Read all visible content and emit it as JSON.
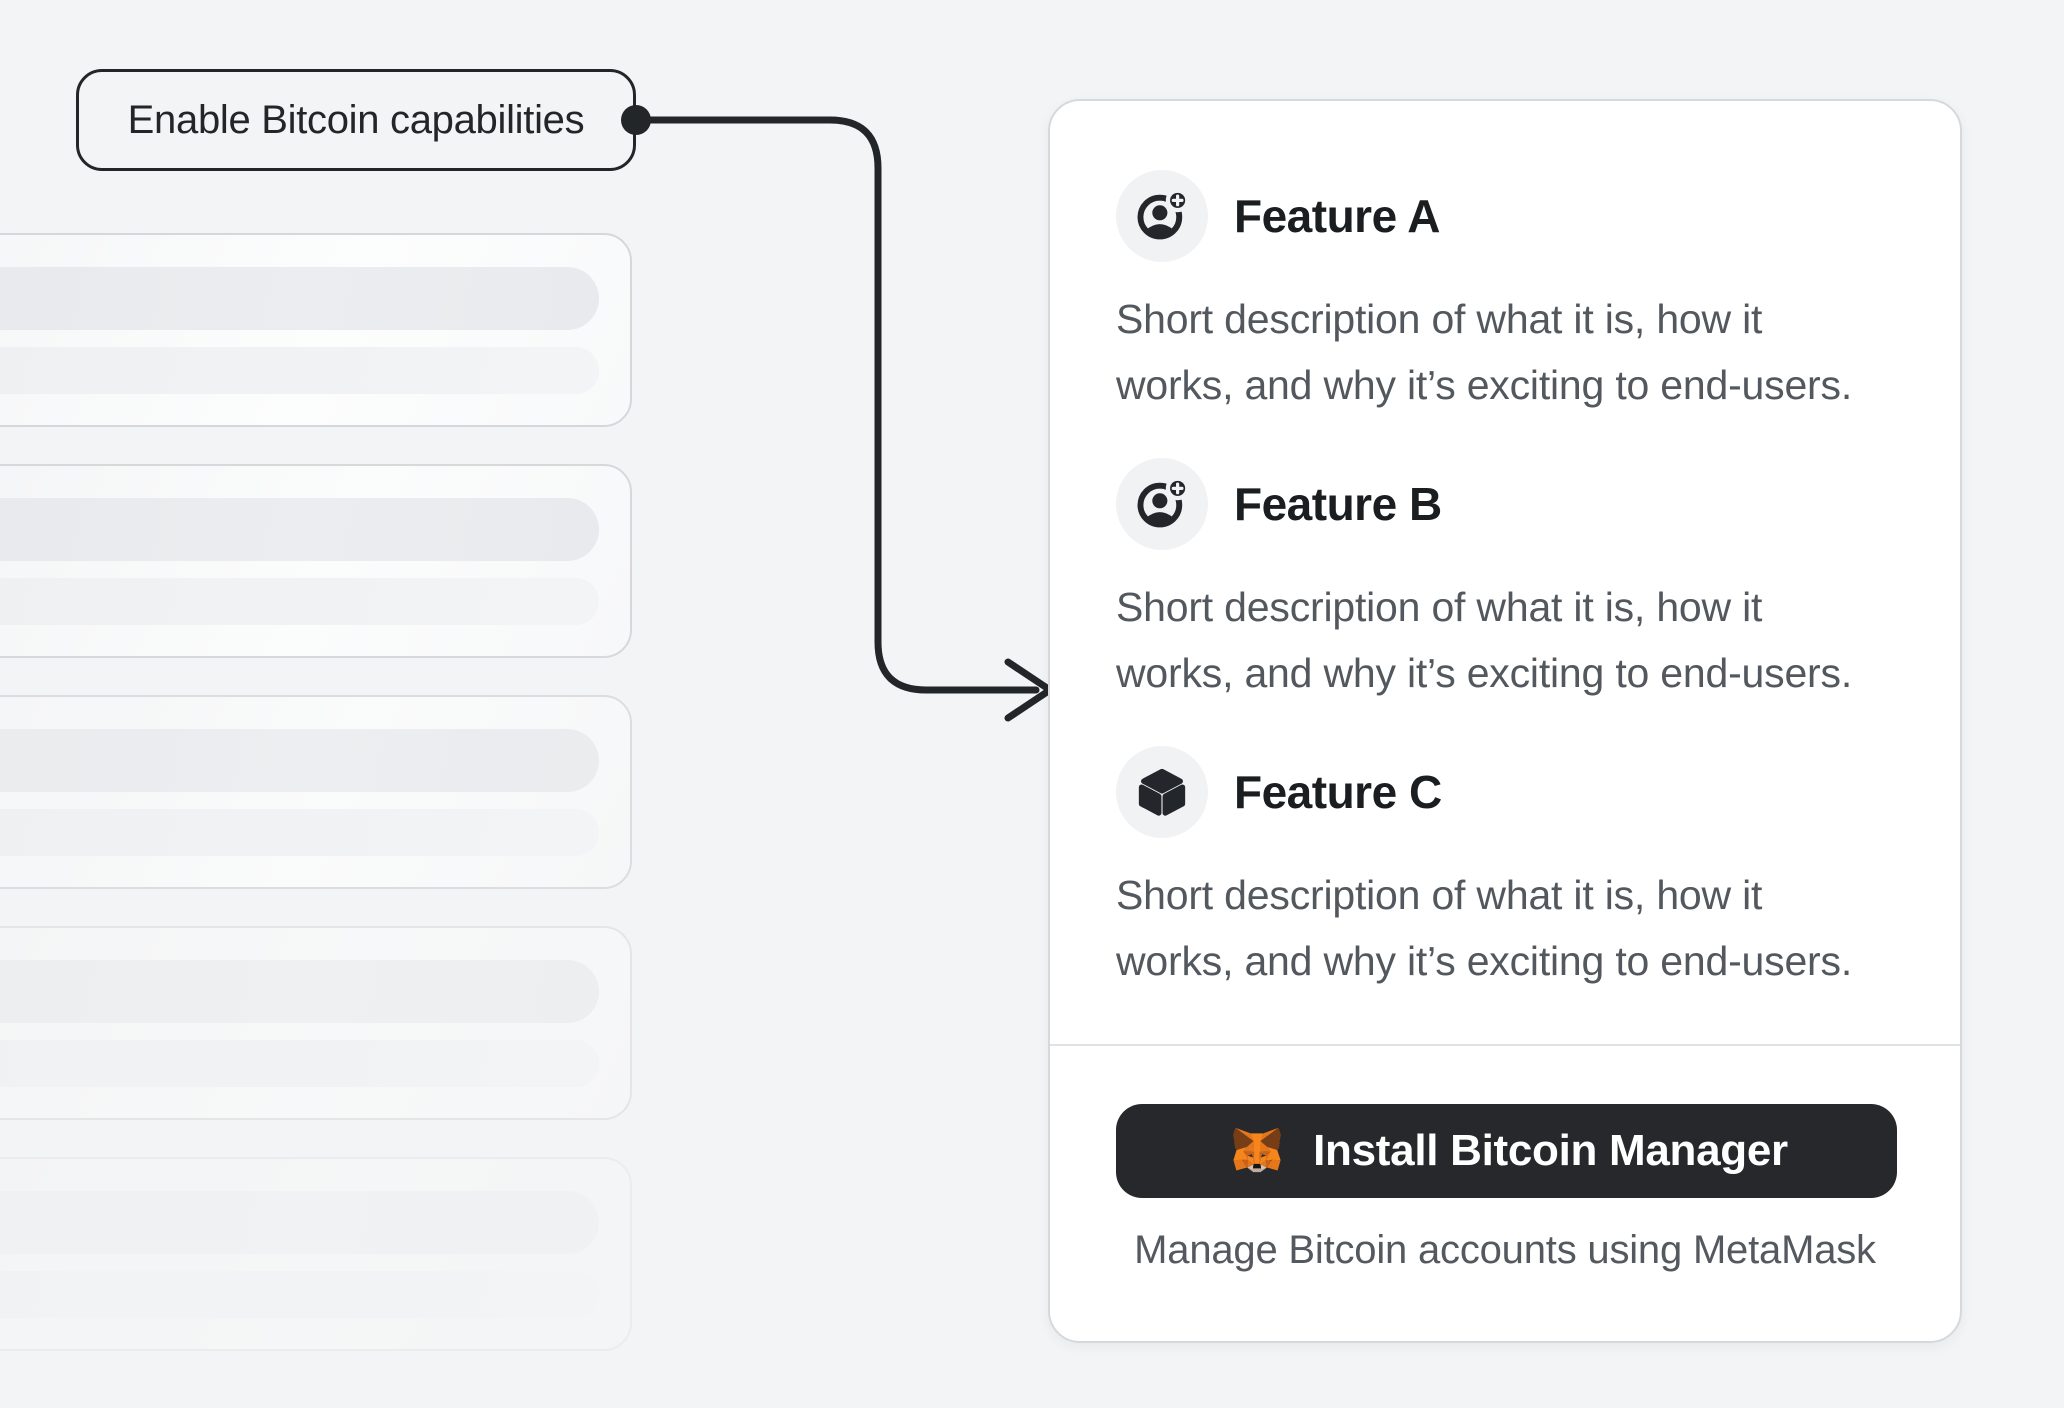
{
  "callout": {
    "label": "Enable Bitcoin capabilities"
  },
  "features": [
    {
      "icon": "user-add-icon",
      "title": "Feature A",
      "description": [
        "Short description of what it is, how it",
        "works, and why it’s exciting to end-users."
      ]
    },
    {
      "icon": "user-add-icon",
      "title": "Feature B",
      "description": [
        "Short description of what it is, how it",
        "works, and why it’s exciting to end-users."
      ]
    },
    {
      "icon": "cube-icon",
      "title": "Feature C",
      "description": [
        "Short description of what it is, how it",
        "works, and why it’s exciting to end-users."
      ]
    }
  ],
  "cta": {
    "button_label": "Install Bitcoin Manager",
    "button_icon": "metamask-fox-icon",
    "caption": "Manage Bitcoin accounts using MetaMask"
  },
  "skeleton": {
    "card_count": 5,
    "bars_per_card": 2
  },
  "colors": {
    "page_background": "#f3f4f5",
    "card_background": "#ffffff",
    "card_border": "#d6d9dc",
    "ink": "#1b1e21",
    "muted_text": "#53585f",
    "button_background": "#26282b",
    "button_text": "#ffffff",
    "connector": "#232629",
    "fox_orange": "#f6851b",
    "skeleton_bar_dark": "#e8eaed",
    "skeleton_bar_light": "#f1f2f4"
  }
}
